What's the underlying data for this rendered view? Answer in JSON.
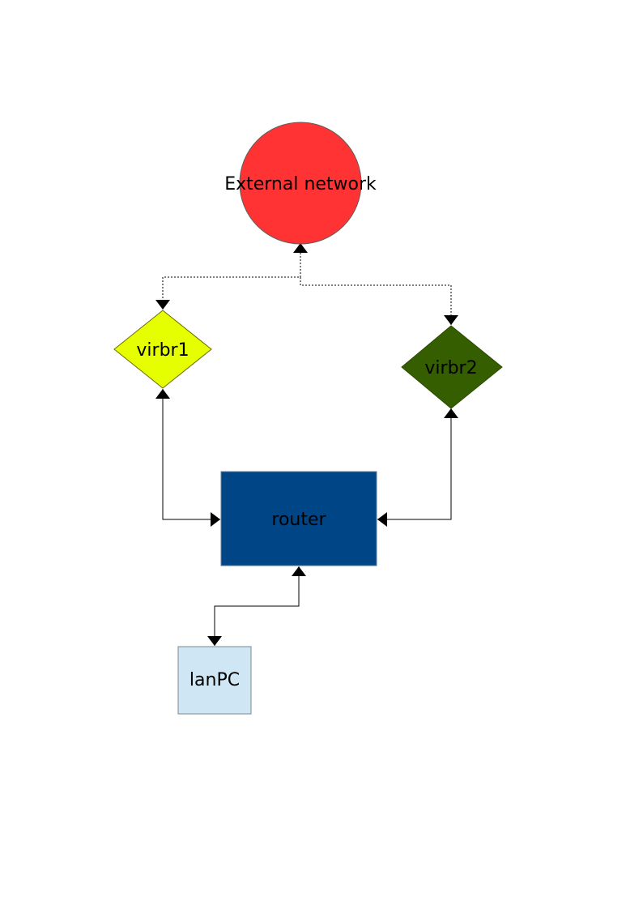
{
  "nodes": {
    "external": {
      "label": "External network",
      "shape": "circle",
      "color": "#ff3333"
    },
    "virbr1": {
      "label": "virbr1",
      "shape": "diamond",
      "color": "#e6ff00"
    },
    "virbr2": {
      "label": "virbr2",
      "shape": "diamond",
      "color": "#355e00"
    },
    "router": {
      "label": "router",
      "shape": "rectangle",
      "color": "#004586"
    },
    "lanpc": {
      "label": "lanPC",
      "shape": "rectangle",
      "color": "#cfe7f5"
    }
  },
  "connections": [
    {
      "from": "external",
      "to": "virbr1",
      "style": "dashed",
      "arrows": "both"
    },
    {
      "from": "external",
      "to": "virbr2",
      "style": "dashed",
      "arrows": "both"
    },
    {
      "from": "virbr1",
      "to": "router",
      "style": "solid",
      "arrows": "both"
    },
    {
      "from": "virbr2",
      "to": "router",
      "style": "solid",
      "arrows": "both"
    },
    {
      "from": "router",
      "to": "lanpc",
      "style": "solid",
      "arrows": "both"
    }
  ]
}
